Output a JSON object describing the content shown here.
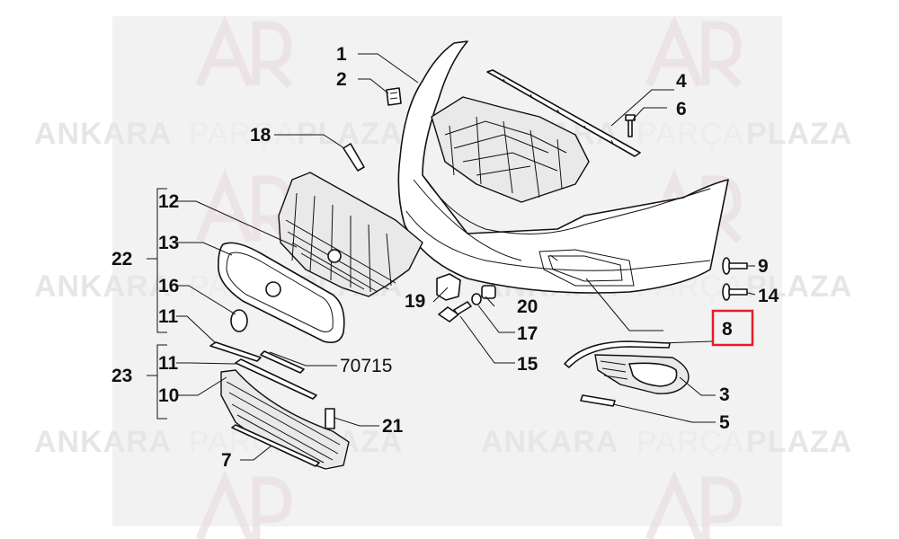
{
  "watermark": {
    "brand_bold_1": "ANKARA",
    "brand_light": "PARÇA",
    "brand_bold_2": "PLAZA"
  },
  "callouts": {
    "c1": "1",
    "c2": "2",
    "c3": "3",
    "c4": "4",
    "c5": "5",
    "c6": "6",
    "c7": "7",
    "c8": "8",
    "c9": "9",
    "c10": "10",
    "c11a": "11",
    "c11b": "11",
    "c12": "12",
    "c13": "13",
    "c14": "14",
    "c15": "15",
    "c16": "16",
    "c17": "17",
    "c18": "18",
    "c19": "19",
    "c20": "20",
    "c21": "21",
    "c22": "22",
    "c23": "23",
    "c70715": "70715"
  },
  "highlight": {
    "part": "8",
    "color": "#e41e25"
  },
  "colors": {
    "background_panel": "#f2f2f2",
    "line": "#111111",
    "highlight": "#e41e25"
  }
}
